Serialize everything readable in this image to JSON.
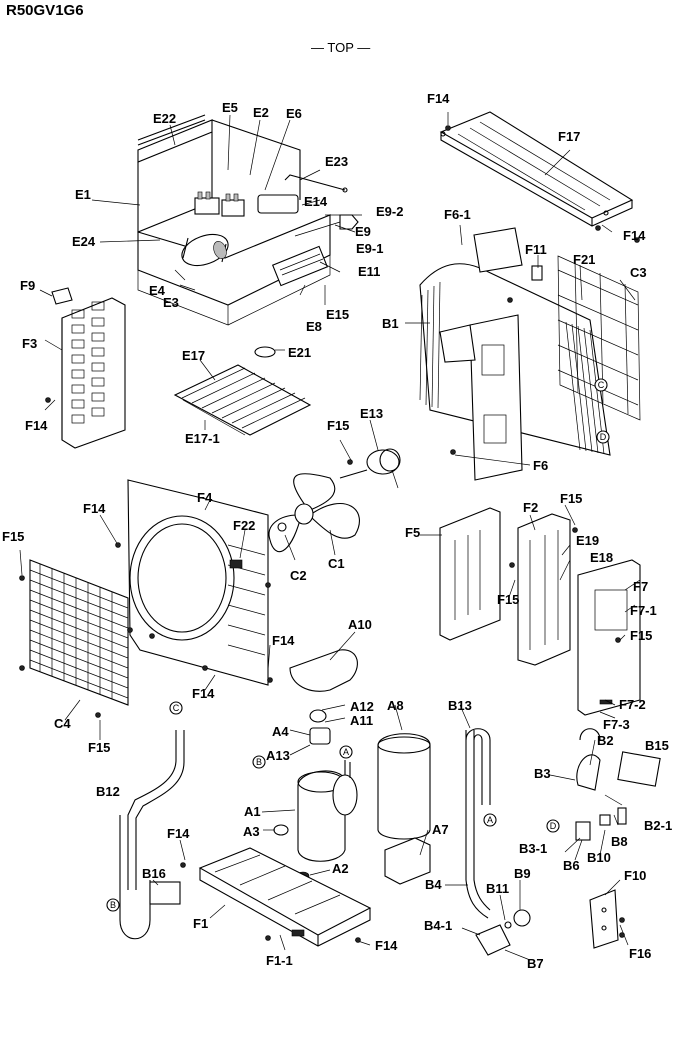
{
  "model": "R50GV1G6",
  "top_marker": "— TOP —",
  "labels": {
    "F14a": "F14",
    "F17": "F17",
    "F14b": "F14",
    "E22": "E22",
    "E5": "E5",
    "E2": "E2",
    "E6": "E6",
    "E23": "E23",
    "E1": "E1",
    "E14": "E14",
    "E9_2": "E9-2",
    "E9": "E9",
    "E9_1": "E9-1",
    "E24": "E24",
    "E11": "E11",
    "E4": "E4",
    "E3": "E3",
    "E8": "E8",
    "E15": "E15",
    "F6_1": "F6-1",
    "F11": "F11",
    "F21": "F21",
    "C3": "C3",
    "B1": "B1",
    "F9": "F9",
    "F3": "F3",
    "F14c": "F14",
    "E21": "E21",
    "E17": "E17",
    "E17_1": "E17-1",
    "F15a": "F15",
    "E13": "E13",
    "F6": "F6",
    "F14d": "F14",
    "F4": "F4",
    "F22": "F22",
    "C2": "C2",
    "C1": "C1",
    "F15b": "F15",
    "F5": "F5",
    "F2": "F2",
    "F15c": "F15",
    "E19": "E19",
    "E18": "E18",
    "F15d": "F15",
    "F7": "F7",
    "F7_1": "F7-1",
    "F15e": "F15",
    "F7_2": "F7-2",
    "F7_3": "F7-3",
    "F14e": "F14",
    "F14f": "F14",
    "C4": "C4",
    "F15f": "F15",
    "A10": "A10",
    "A12": "A12",
    "A11": "A11",
    "A8": "A8",
    "B13": "B13",
    "A4": "A4",
    "A13": "A13",
    "B2": "B2",
    "B15": "B15",
    "B3": "B3",
    "B12": "B12",
    "A1": "A1",
    "A3": "A3",
    "A7": "A7",
    "B2_1": "B2-1",
    "B8": "B8",
    "B3_1": "B3-1",
    "B10": "B10",
    "B6": "B6",
    "F14g": "F14",
    "A2": "A2",
    "B9": "B9",
    "F10": "F10",
    "B16": "B16",
    "B4": "B4",
    "B11": "B11",
    "F1": "F1",
    "B4_1": "B4-1",
    "F16": "F16",
    "F14h": "F14",
    "F1_1": "F1-1",
    "B7": "B7"
  },
  "markers": {
    "C_top": "C",
    "C_pipe": "C",
    "D_top": "D",
    "D_b3": "D",
    "B_a13": "B",
    "B_pipe": "B",
    "A_comp": "A",
    "A_b13": "A"
  }
}
